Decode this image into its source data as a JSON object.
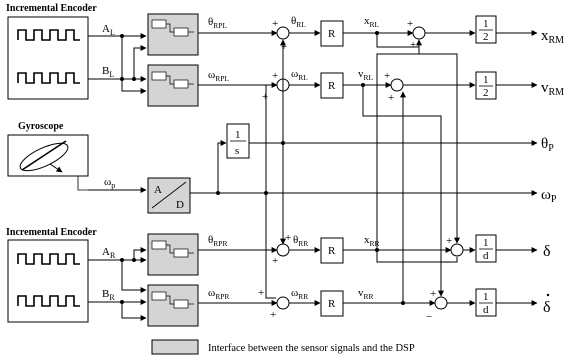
{
  "encoder_top": {
    "title": "Incremental Encoder",
    "a": "A",
    "a_sub": "L",
    "b": "B",
    "b_sub": "L"
  },
  "encoder_bottom": {
    "title": "Incremental Encoder",
    "a": "A",
    "a_sub": "R",
    "b": "B",
    "b_sub": "R"
  },
  "gyro": {
    "title": "Gyroscope",
    "omega": "ω",
    "omega_sub": "p"
  },
  "signals": {
    "theta_rpl": {
      "m": "θ",
      "s": "RPL"
    },
    "omega_rpl": {
      "m": "ω",
      "s": "RPL"
    },
    "theta_rl": {
      "m": "θ",
      "s": "RL"
    },
    "omega_rl": {
      "m": "ω",
      "s": "RL"
    },
    "x_rl": {
      "m": "x",
      "s": "RL"
    },
    "v_rl": {
      "m": "v",
      "s": "RL"
    },
    "theta_rpr": {
      "m": "θ",
      "s": "RPR"
    },
    "omega_rpr": {
      "m": "ω",
      "s": "RPR"
    },
    "theta_rr": {
      "m": "θ",
      "s": "RR"
    },
    "omega_rr": {
      "m": "ω",
      "s": "RR"
    },
    "x_rr": {
      "m": "x",
      "s": "RR"
    },
    "v_rr": {
      "m": "v",
      "s": "RR"
    }
  },
  "blocks": {
    "r": "R",
    "half_num": "1",
    "half_den": "2",
    "int_num": "1",
    "int_den": "s",
    "d_num": "1",
    "d_den": "d",
    "ad_a": "A",
    "ad_d": "D"
  },
  "outputs": {
    "x_rm": {
      "m": "x",
      "s": "RM"
    },
    "v_rm": {
      "m": "v",
      "s": "RM"
    },
    "theta_p": {
      "m": "θ",
      "s": "P"
    },
    "omega_p": {
      "m": "ω",
      "s": "P"
    },
    "delta": "δ",
    "delta_dot": "δ"
  },
  "signs": {
    "plus": "+",
    "minus": "−"
  },
  "legend": "Interface between the sensor signals and the DSP"
}
